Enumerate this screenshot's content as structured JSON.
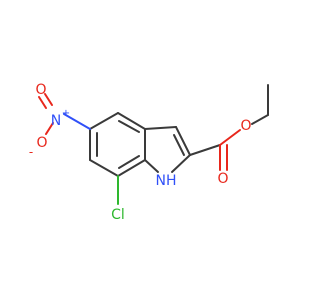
{
  "molecule": {
    "atom_labels": {
      "nitro_n": "N",
      "nitro_plus": "+",
      "nitro_o_top": "O",
      "nitro_o_minus": "-",
      "nitro_o_bottom": "O",
      "ester_o_carbonyl": "O",
      "ester_o_ether": "O",
      "indole_nh": "NH",
      "chlorine": "Cl"
    },
    "colors": {
      "carbon_bond": "#3a3a3a",
      "oxygen": "#e8271c",
      "nitrogen": "#3050f8",
      "chlorine": "#2eb82e"
    }
  }
}
